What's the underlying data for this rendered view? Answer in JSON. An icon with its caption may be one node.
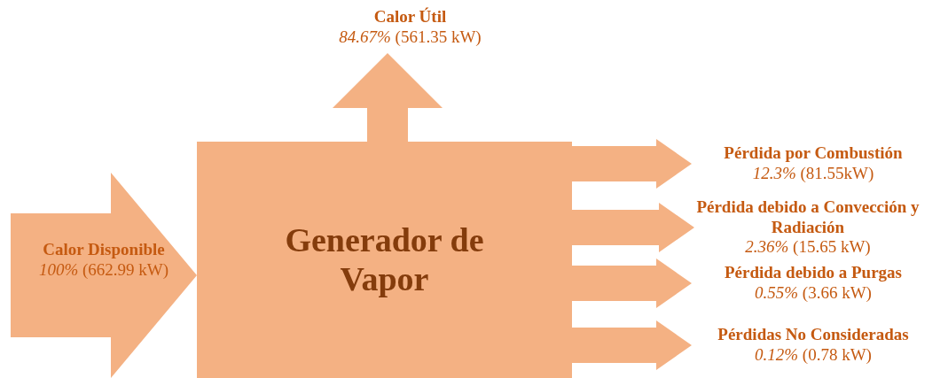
{
  "diagram": {
    "nodes": [
      {
        "text": [
          "Generador de Vapor"
        ]
      },
      {
        "text": [
          "Calor Disponible",
          "*100%* (662.99 kW)"
        ]
      },
      {
        "text": [
          "Calor Útil",
          "*84.67%* (561.35 kW)"
        ]
      },
      {
        "text": [
          "Pérdida por Combustión",
          "*12.3%* (81.55kW)"
        ]
      },
      {
        "text": [
          "Pérdida debido a Convección y Radiación",
          "*2.36%* (15.65 kW)"
        ]
      },
      {
        "text": [
          "Pérdida debido a Purgas",
          "*0.55%* (3.66 kW)"
        ]
      },
      {
        "text": [
          "Pérdidas No Consideradas",
          "*0.12%* (0.78 kW)"
        ]
      }
    ],
    "edges": [
      {
        "from": 1,
        "to": 0,
        "arrow": "to"
      },
      {
        "from": 0,
        "to": 2,
        "arrow": "to"
      },
      {
        "from": 0,
        "to": 3,
        "arrow": "to"
      },
      {
        "from": 0,
        "to": 4,
        "arrow": "to"
      },
      {
        "from": 0,
        "to": 5,
        "arrow": "to"
      },
      {
        "from": 0,
        "to": 6,
        "arrow": "to"
      }
    ]
  }
}
